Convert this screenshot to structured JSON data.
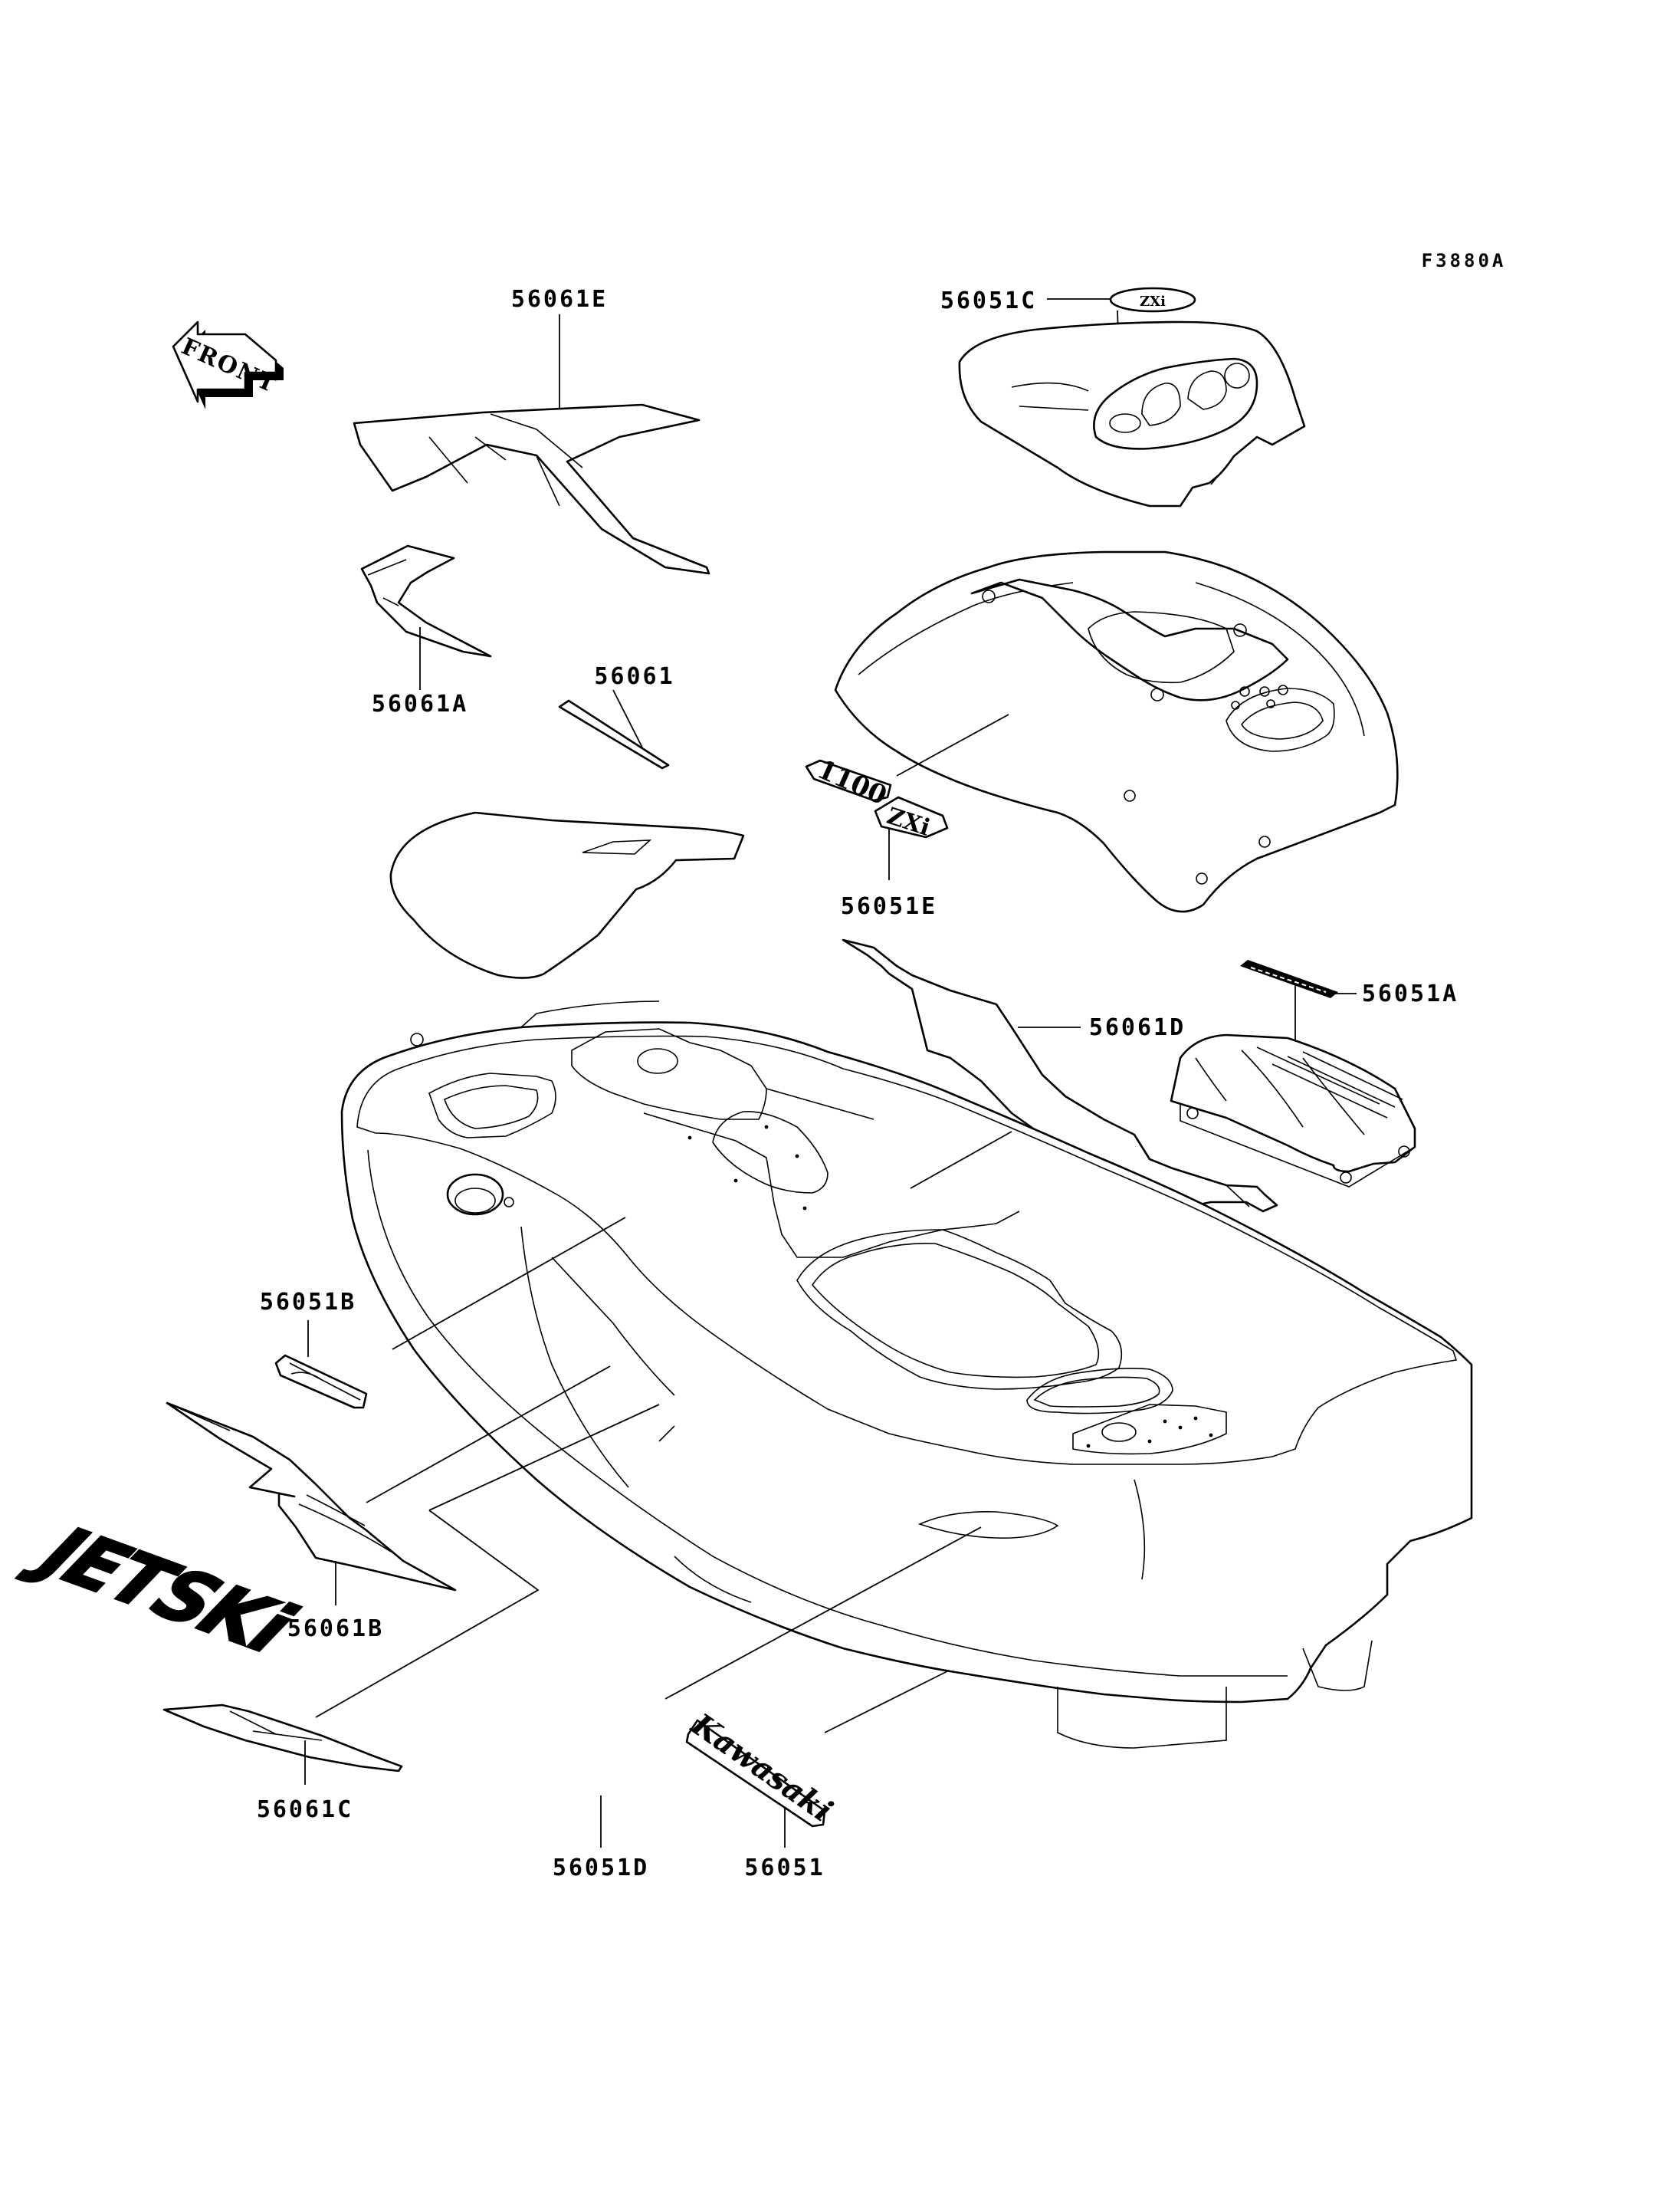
{
  "figure_code": "F3880A",
  "front_arrow": {
    "text": "FRONT",
    "icon": "front-direction-arrow-icon"
  },
  "callouts": {
    "c56061E": "56061E",
    "c56061A": "56061A",
    "c56061": "56061",
    "c56051C": "56051C",
    "c56051E": "56051E",
    "c56051A": "56051A",
    "c56061D": "56061D",
    "c56051B": "56051B",
    "c56061B": "56061B",
    "c56061C": "56061C",
    "c56051D": "56051D",
    "c56051": "56051"
  },
  "decals": {
    "jetski_logo": "JETSKi",
    "kawasaki_logo": "Kawasaki",
    "model_1100": "1100",
    "zxi": "ZXi",
    "zxi_small": "ZXi"
  }
}
